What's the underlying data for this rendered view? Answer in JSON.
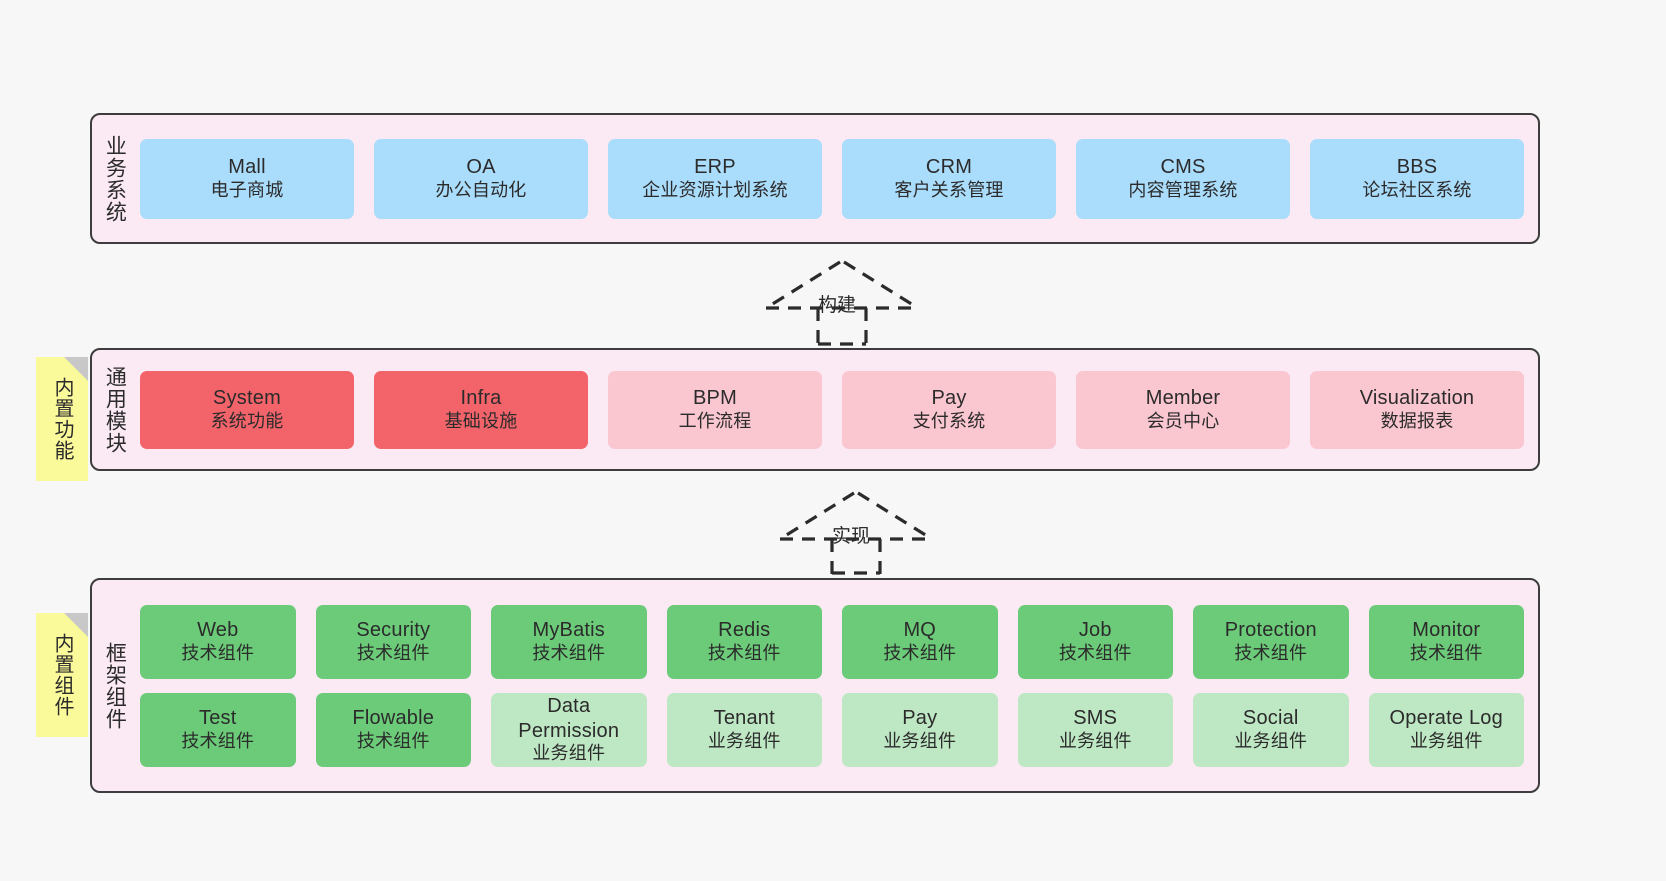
{
  "diagram": {
    "background_color": "#f7f7f7",
    "band_color": "#fbeaf4",
    "note_color": "#fbfa9b",
    "colors": {
      "business": "#aadcfb",
      "core_module": "#f2636a",
      "module": "#fac6d0",
      "tech_component": "#6ccb79",
      "biz_component": "#bee7c4"
    }
  },
  "layers": {
    "business": {
      "title": "业务系统",
      "nodes": [
        {
          "title": "Mall",
          "sub": "电子商城"
        },
        {
          "title": "OA",
          "sub": "办公自动化"
        },
        {
          "title": "ERP",
          "sub": "企业资源计划系统"
        },
        {
          "title": "CRM",
          "sub": "客户关系管理"
        },
        {
          "title": "CMS",
          "sub": "内容管理系统"
        },
        {
          "title": "BBS",
          "sub": "论坛社区系统"
        }
      ]
    },
    "common": {
      "title": "通用模块",
      "note": "内置功能",
      "nodes": [
        {
          "title": "System",
          "sub": "系统功能",
          "variant": "c-red"
        },
        {
          "title": "Infra",
          "sub": "基础设施",
          "variant": "c-red"
        },
        {
          "title": "BPM",
          "sub": "工作流程",
          "variant": "c-pink"
        },
        {
          "title": "Pay",
          "sub": "支付系统",
          "variant": "c-pink"
        },
        {
          "title": "Member",
          "sub": "会员中心",
          "variant": "c-pink"
        },
        {
          "title": "Visualization",
          "sub": "数据报表",
          "variant": "c-pink"
        }
      ]
    },
    "framework": {
      "title": "框架组件",
      "note": "内置组件",
      "row1": [
        {
          "title": "Web",
          "sub": "技术组件",
          "variant": "c-green"
        },
        {
          "title": "Security",
          "sub": "技术组件",
          "variant": "c-green"
        },
        {
          "title": "MyBatis",
          "sub": "技术组件",
          "variant": "c-green"
        },
        {
          "title": "Redis",
          "sub": "技术组件",
          "variant": "c-green"
        },
        {
          "title": "MQ",
          "sub": "技术组件",
          "variant": "c-green"
        },
        {
          "title": "Job",
          "sub": "技术组件",
          "variant": "c-green"
        },
        {
          "title": "Protection",
          "sub": "技术组件",
          "variant": "c-green"
        },
        {
          "title": "Monitor",
          "sub": "技术组件",
          "variant": "c-green"
        }
      ],
      "row2": [
        {
          "title": "Test",
          "sub": "技术组件",
          "variant": "c-green"
        },
        {
          "title": "Flowable",
          "sub": "技术组件",
          "variant": "c-green"
        },
        {
          "title": "Data Permission",
          "sub": "业务组件",
          "variant": "c-lightgreen"
        },
        {
          "title": "Tenant",
          "sub": "业务组件",
          "variant": "c-lightgreen"
        },
        {
          "title": "Pay",
          "sub": "业务组件",
          "variant": "c-lightgreen"
        },
        {
          "title": "SMS",
          "sub": "业务组件",
          "variant": "c-lightgreen"
        },
        {
          "title": "Social",
          "sub": "业务组件",
          "variant": "c-lightgreen"
        },
        {
          "title": "Operate Log",
          "sub": "业务组件",
          "variant": "c-lightgreen"
        }
      ]
    }
  },
  "connectors": [
    {
      "label": "构建"
    },
    {
      "label": "实现"
    }
  ]
}
